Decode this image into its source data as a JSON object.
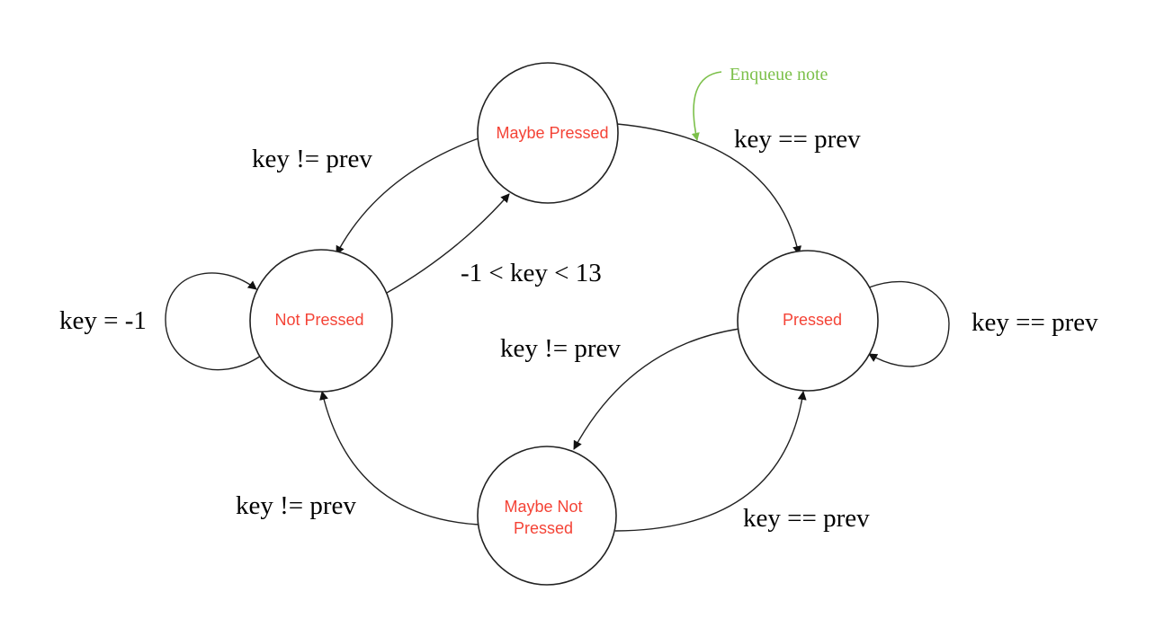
{
  "states": {
    "maybe_pressed": "Maybe Pressed",
    "not_pressed": "Not Pressed",
    "pressed": "Pressed",
    "maybe_not_pressed_line1": "Maybe Not",
    "maybe_not_pressed_line2": "Pressed"
  },
  "transitions": {
    "maybe_pressed_to_not_pressed": "key != prev",
    "maybe_pressed_to_pressed": "key == prev",
    "not_pressed_to_maybe_pressed": "-1 < key < 13",
    "not_pressed_self": "key = -1",
    "pressed_self": "key == prev",
    "pressed_to_maybe_not_pressed": "key != prev",
    "maybe_not_pressed_to_not_pressed": "key != prev",
    "maybe_not_pressed_to_pressed": "key == prev"
  },
  "note": {
    "text": "Enqueue note",
    "color": "#7cc04a"
  },
  "colors": {
    "state_text": "#f44336",
    "lines": "#222222"
  }
}
